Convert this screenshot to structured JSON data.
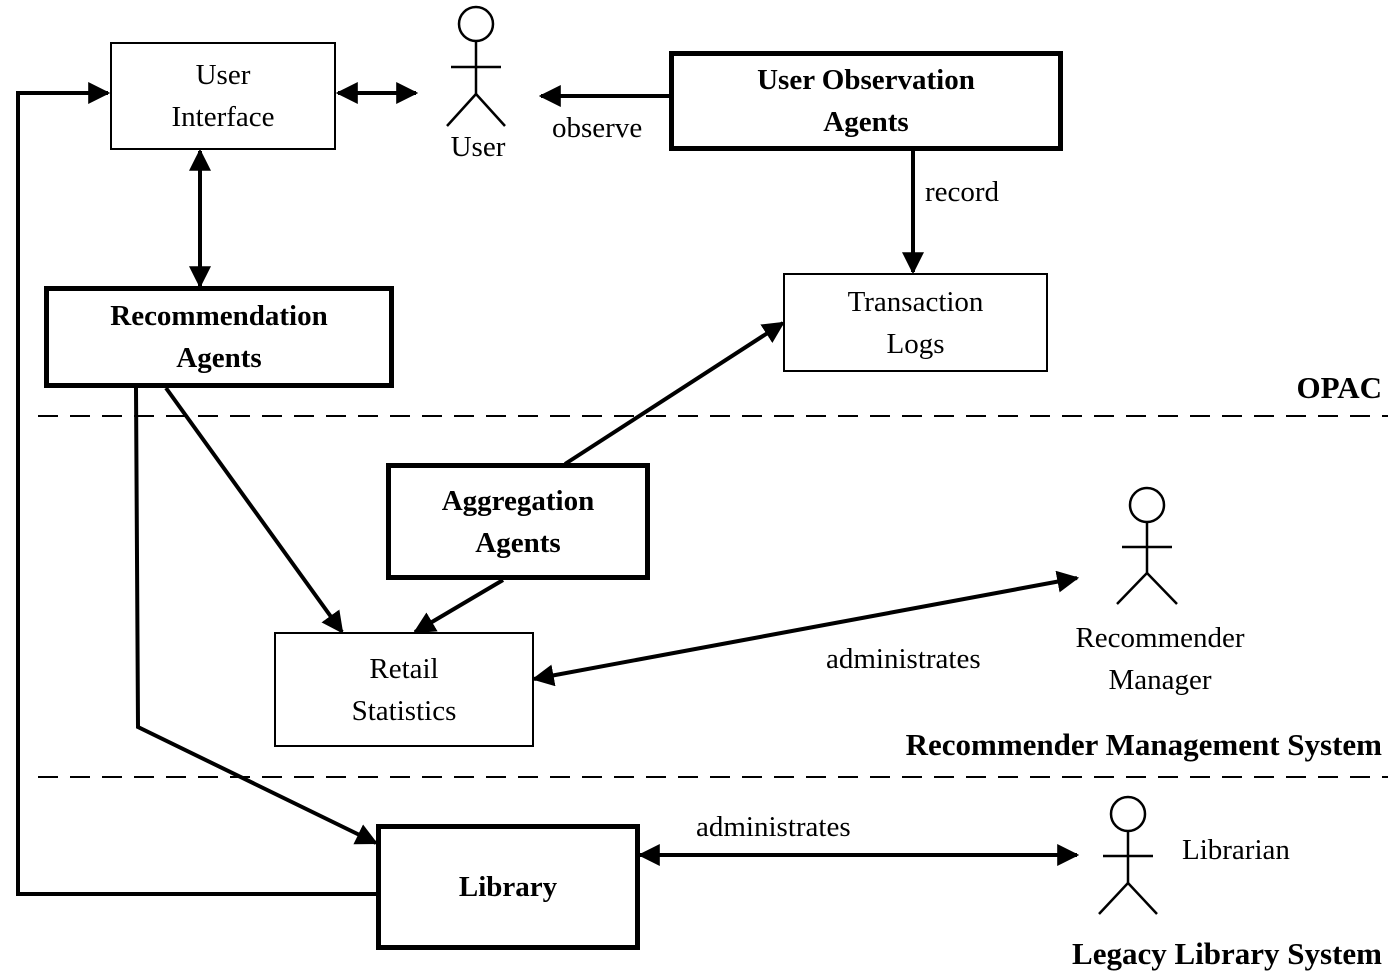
{
  "boxes": {
    "user_interface": [
      "User",
      "Interface"
    ],
    "recommendation_agents": [
      "Recommendation",
      "Agents"
    ],
    "user_observation_agents": [
      "User Observation",
      "Agents"
    ],
    "transaction_logs": [
      "Transaction",
      "Logs"
    ],
    "aggregation_agents": [
      "Aggregation",
      "Agents"
    ],
    "retail_statistics": [
      "Retail",
      "Statistics"
    ],
    "library": [
      "Library"
    ]
  },
  "actors": {
    "user": [
      "User"
    ],
    "recommender_manager": [
      "Recommender",
      "Manager"
    ],
    "librarian": [
      "Librarian"
    ]
  },
  "edge_labels": {
    "observe": "observe",
    "record": "record",
    "administrates_manager": "administrates",
    "administrates_librarian": "administrates"
  },
  "zones": {
    "opac": "OPAC",
    "recommender_management_system": "Recommender Management System",
    "legacy_library_system": "Legacy Library System"
  }
}
